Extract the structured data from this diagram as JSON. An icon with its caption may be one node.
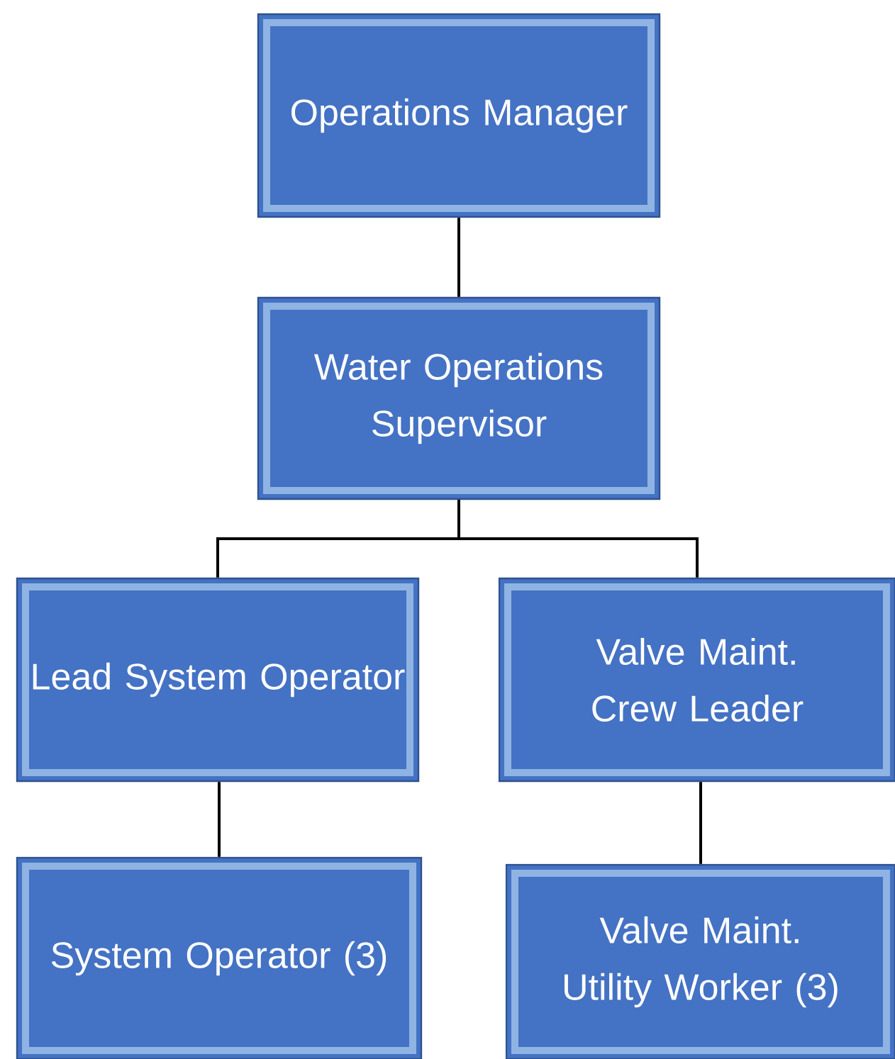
{
  "diagram": {
    "nodes": [
      {
        "text": [
          "Operations Manager"
        ]
      },
      {
        "text": [
          "Water Operations Supervisor"
        ]
      },
      {
        "text": [
          "Lead System Operator"
        ]
      },
      {
        "text": [
          "Valve Maint. Crew Leader"
        ]
      },
      {
        "text": [
          "System Operator (3)"
        ]
      },
      {
        "text": [
          "Valve Maint. Utility Worker (3)"
        ]
      }
    ],
    "edges": [
      {
        "from": 0,
        "to": 1,
        "arrow": "none"
      },
      {
        "from": 1,
        "to": 2,
        "arrow": "none"
      },
      {
        "from": 1,
        "to": 3,
        "arrow": "none"
      },
      {
        "from": 2,
        "to": 4,
        "arrow": "none"
      },
      {
        "from": 3,
        "to": 5,
        "arrow": "none"
      }
    ]
  }
}
